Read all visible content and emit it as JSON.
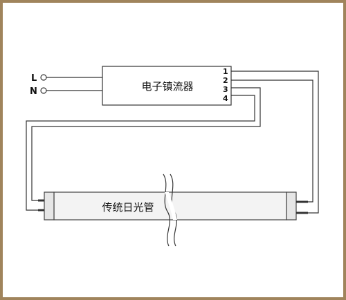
{
  "frame": {
    "border_color": "#a0845c",
    "background": "#ffffff"
  },
  "colors": {
    "line": "#333333",
    "tube_fill": "#f3f3f3",
    "tube_stroke": "#444444"
  },
  "inputs": {
    "line_label": "L",
    "neutral_label": "N"
  },
  "ballast": {
    "label": "电子镇流器",
    "terminals": [
      "1",
      "2",
      "3",
      "4"
    ]
  },
  "tube": {
    "label": "传统日光管"
  }
}
